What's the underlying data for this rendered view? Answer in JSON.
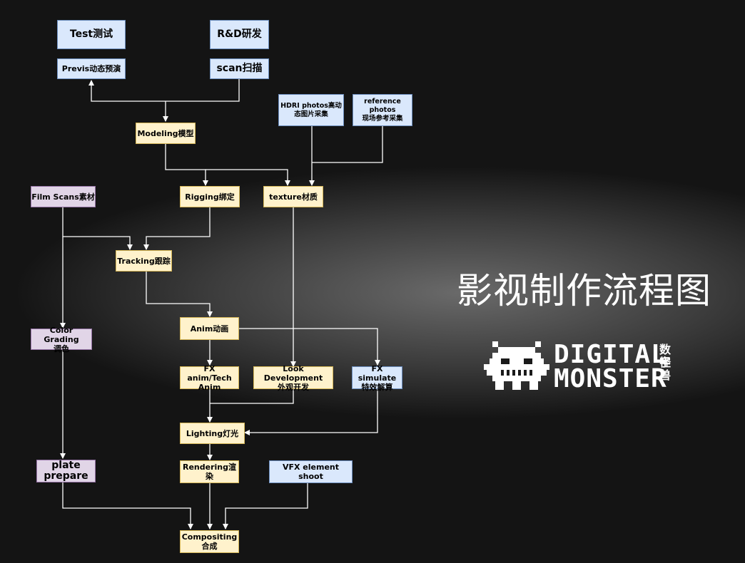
{
  "title": "影视制作流程图",
  "logo": {
    "word_top": "DIGITAL",
    "word_bottom": "MONSTER",
    "cn_top": "数字",
    "cn_bottom": "怪兽"
  },
  "nodes": {
    "test": "Test测试",
    "rd": "R&D研发",
    "previs": "Previs动态预演",
    "scan": "scan扫描",
    "hdri": "HDRI photos高动\n态图片采集",
    "reference": "reference photos\n现场参考采集",
    "modeling": "Modeling模型",
    "film_scans": "Film Scans素材",
    "rigging": "Rigging绑定",
    "texture": "texture材质",
    "tracking": "Tracking跟踪",
    "color_grading": "Color Grading\n调色",
    "anim": "Anim动画",
    "fx_anim": "FX anim/Tech\nAnim",
    "look_dev": "Look Development\n外观开发",
    "fx_simulate": "FX simulate\n特效解算",
    "lighting": "Lighting灯光",
    "plate_prepare": "plate\nprepare",
    "rendering": "Rendering渲\n染",
    "vfx_element": "VFX element shoot",
    "compositing": "Compositing\n合成"
  },
  "colors": {
    "process": "#fff2cc",
    "source": "#dae8fc",
    "plate": "#e1d5e7",
    "edge": "#ffffff"
  }
}
